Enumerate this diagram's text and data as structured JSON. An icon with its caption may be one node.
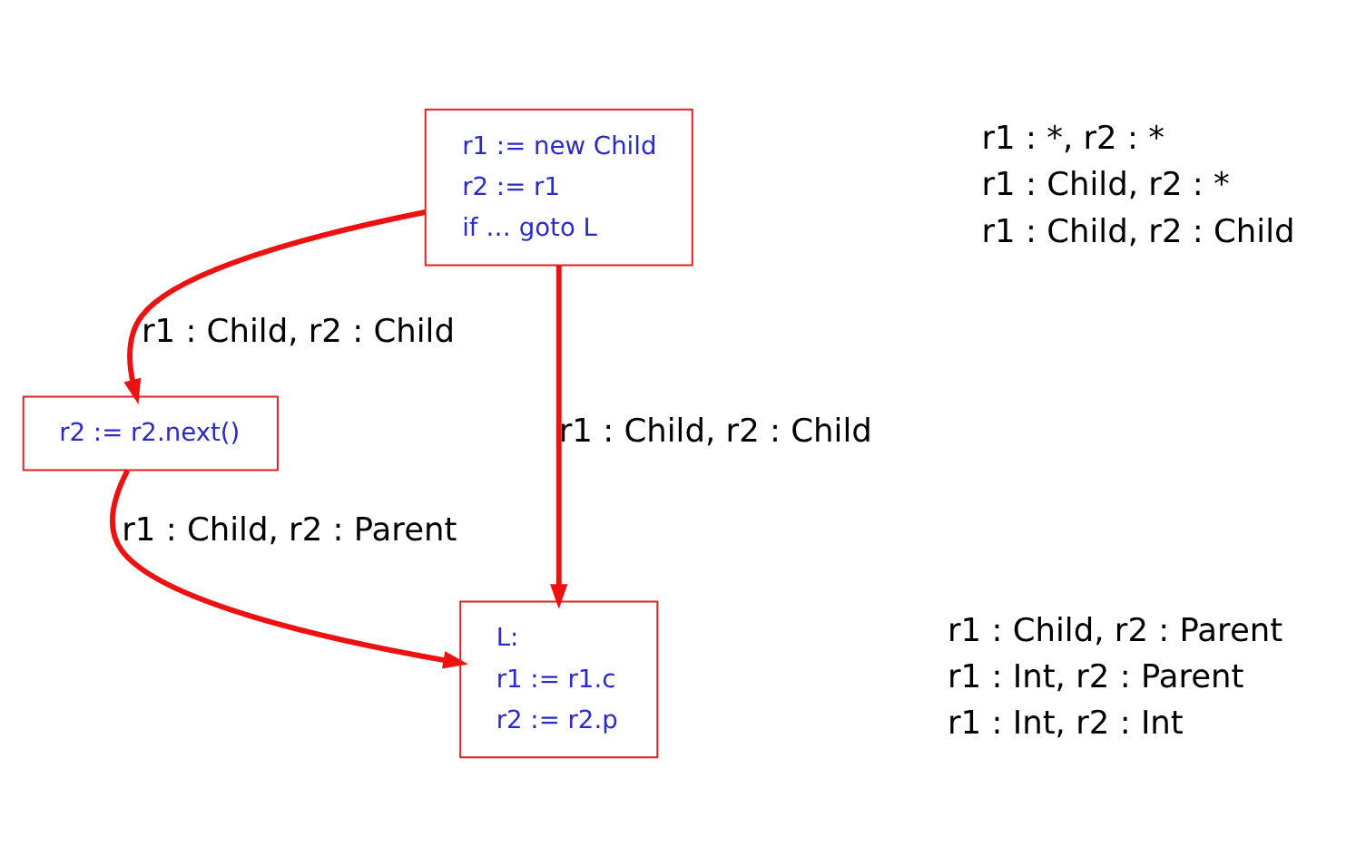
{
  "diagram": {
    "nodes": [
      {
        "text": [
          "r1 := new Child",
          "r2 := r1",
          "if … goto L"
        ],
        "beside": [
          "r1 : *, r2 : *",
          "r1 : Child, r2 : *",
          "r1 : Child, r2 : Child"
        ]
      },
      {
        "text": [
          "r2 := r2.next()"
        ]
      },
      {
        "text": [
          "L:",
          "r1 := r1.c",
          "r2 := r2.p"
        ],
        "beside": [
          "r1 : Child, r2 : Parent",
          "r1 : Int, r2 : Parent",
          "r1 : Int, r2 : Int"
        ]
      }
    ],
    "edges": [
      {
        "from": 0,
        "to": 2,
        "arrow": "to",
        "label": "r1 : Child, r2 : Child"
      },
      {
        "from": 0,
        "to": 1,
        "arrow": "to",
        "label": "r1 : Child, r2 : Child"
      },
      {
        "from": 1,
        "to": 2,
        "arrow": "to",
        "label": "r1 : Child, r2 : Parent"
      }
    ]
  }
}
